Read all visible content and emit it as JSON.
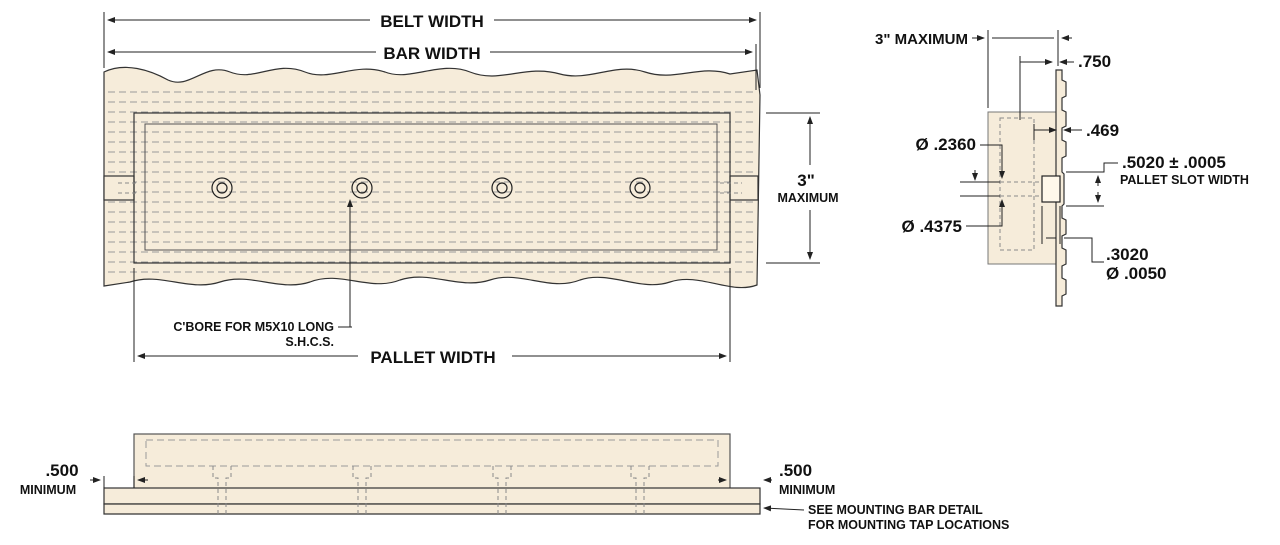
{
  "top_view": {
    "belt_width_label": "BELT WIDTH",
    "bar_width_label": "BAR WIDTH",
    "height_label_line1": "3\"",
    "height_label_line2": "MAXIMUM",
    "cbore_label_line1": "C'BORE FOR M5X10 LONG",
    "cbore_label_line2": "S.H.C.S.",
    "pallet_width_label": "PALLET WIDTH"
  },
  "section_view": {
    "max_label": "3\" MAXIMUM",
    "dim_750": ".750",
    "dim_469": ".469",
    "dia_2360": "Ø .2360",
    "dia_4375": "Ø .4375",
    "slot_dim": ".5020 ± .0005",
    "slot_label": "PALLET SLOT WIDTH",
    "dim_3020": ".3020",
    "dia_0050": "Ø .0050"
  },
  "side_view": {
    "left_min_value": ".500",
    "left_min_label": "MINIMUM",
    "right_min_value": ".500",
    "right_min_label": "MINIMUM",
    "note_line1": "SEE MOUNTING BAR DETAIL",
    "note_line2": "FOR MOUNTING TAP LOCATIONS"
  },
  "colors": {
    "material": "#f6ecda",
    "line": "#222222"
  }
}
